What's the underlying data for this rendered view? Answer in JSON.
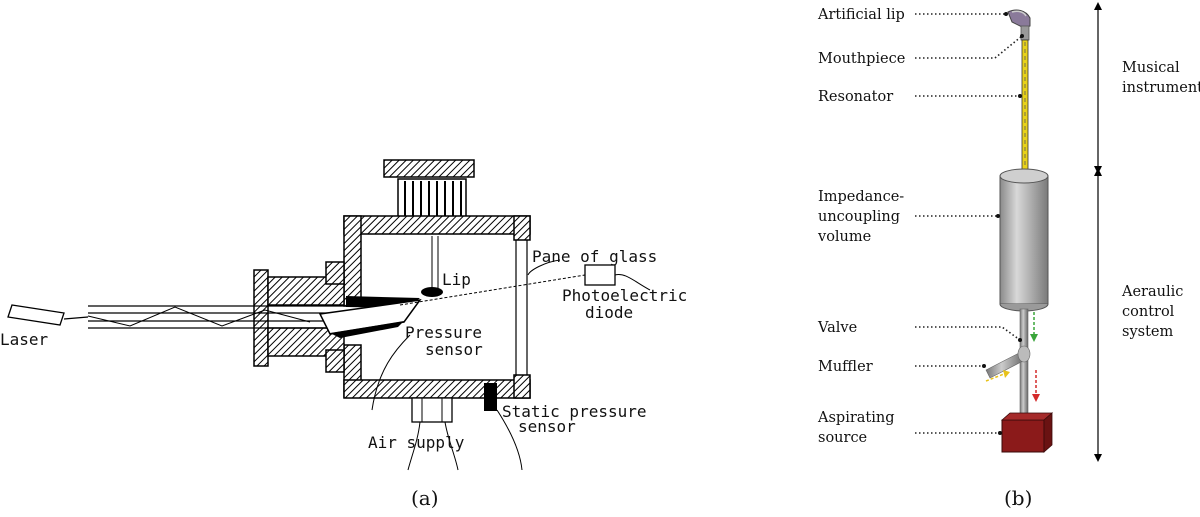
{
  "panel_a": {
    "caption": "(a)",
    "labels": {
      "laser": "Laser",
      "lip": "Lip",
      "pane_of_glass": "Pane of glass",
      "photoelectric_line1": "Photoelectric",
      "photoelectric_line2": "diode",
      "pressure_line1": "Pressure",
      "pressure_line2": "sensor",
      "static_line1": "Static pressure",
      "static_line2": "sensor",
      "air_supply": "Air supply"
    }
  },
  "panel_b": {
    "caption": "(b)",
    "labels": {
      "artificial_lip": "Artificial lip",
      "mouthpiece": "Mouthpiece",
      "resonator": "Resonator",
      "impedance_line1": "Impedance-",
      "impedance_line2": "uncoupling",
      "impedance_line3": "volume",
      "valve": "Valve",
      "muffler": "Muffler",
      "aspirating_line1": "Aspirating",
      "aspirating_line2": "source",
      "musical_line1": "Musical",
      "musical_line2": "instrument",
      "aeraulic_line1": "Aeraulic",
      "aeraulic_line2": "control",
      "aeraulic_line3": "system"
    },
    "colors": {
      "resonator": "#e8d21a",
      "cylinder": "#b8b8b8",
      "source": "#8b1a1a",
      "flow_green": "#3aa53a",
      "flow_red": "#d42a2a",
      "flow_yellow": "#e8c21a"
    }
  }
}
